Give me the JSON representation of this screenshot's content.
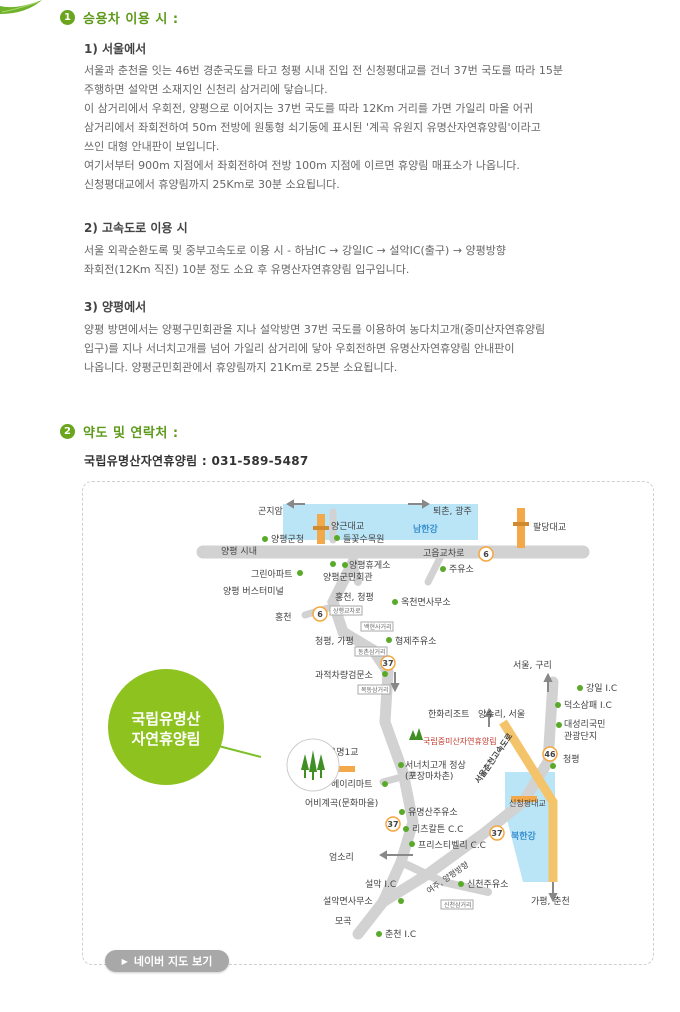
{
  "section1": {
    "number": "1",
    "title": "승용차 이용 시 :",
    "routes": [
      {
        "title": "1) 서울에서",
        "lines": [
          "서울과 춘천을 잇는 46번 경춘국도를 타고 청평 시내 진입 전 신청평대교를 건너 37번 국도를 따라 15분",
          "주행하면 설악면 소재지인 신천리 삼거리에 닿습니다.",
          "이 삼거리에서 우회전, 양평으로 이어지는 37번 국도를 따라 12Km 거리를 가면 가일리 마을 어귀",
          "삼거리에서 좌회전하여 50m 전방에 원통형 쇠기둥에 표시된 '계곡 유원지 유명산자연휴양림'이라고",
          "쓰인 대형 안내판이 보입니다.",
          "여기서부터 900m 지점에서 좌회전하여 전방 100m 지점에 이르면 휴양림 매표소가 나옵니다.",
          "신청평대교에서 휴양림까지 25Km로 30분 소요됩니다."
        ]
      },
      {
        "title": "2) 고속도로 이용 시",
        "lines": [
          "서울 외곽순환도록 및 중부고속도로 이용 시 - 하남IC → 강일IC → 설악IC(출구) → 양평방향",
          "좌회전(12Km 직진) 10분 정도 소요 후 유명산자연휴양림 입구입니다."
        ]
      },
      {
        "title": "3) 양평에서",
        "lines": [
          "양평 방면에서는 양평구민회관을 지나 설악방면 37번 국도를 이용하여 농다치고개(중미산자연휴양림",
          "입구)를 지나 서너치고개를 넘어 가일리 삼거리에 닿아 우회전하면 유명산자연휴양림 안내판이",
          "나옵니다. 양평군민회관에서 휴양림까지 21Km로 25분 소요됩니다."
        ]
      }
    ]
  },
  "section2": {
    "number": "2",
    "title": "약도 및 연락처 :",
    "contact": "국립유명산자연휴양림 : 031-589-5487"
  },
  "map": {
    "bubble_line1": "국립유명산",
    "bubble_line2": "자연휴양림",
    "labels": {
      "gonjiam": "곤지암",
      "toechon": "퇴촌, 광주",
      "namhan": "남한강",
      "yanggeun": "양근대교",
      "paldang": "팔당대교",
      "yangpyeong_gunchung": "양평군청",
      "deulkkot": "들꽃수목원",
      "yangpyeong_sinae": "양평 시내",
      "godal": "고읍교차로",
      "grina": "그린아파트",
      "yangpyeong_hyu": "양평휴게소",
      "gunmin": "양평군민회관",
      "bus": "양평 버스터미널",
      "juyuso": "주유소",
      "hongcheon_cheongpyeong": "홍천, 청평",
      "okcheon": "옥천면사무소",
      "hongcheon": "홍천",
      "cheongpyeong_gapyeong": "청평, 가평",
      "hyeongje": "형제주유소",
      "gwajeok": "과적차량검문소",
      "seoul_guri": "서울, 구리",
      "gangil": "강일 I.C",
      "deokso": "덕소삼패 I.C",
      "hanwha": "한화리조트",
      "yangsuri": "양수리, 서울",
      "daeseong": "대성리국민",
      "gwangwang": "관광단지",
      "jungmi": "국립중미산자연휴양림",
      "yumyeong_bridge": "유명1교",
      "sunuchi": "서너치고개 정상",
      "pojang": "(포장마차촌)",
      "haeri": "헤이리마트",
      "eobi": "어비계곡(문화마을)",
      "yumyeong_oil": "유명산주유소",
      "rich": "리츠칼튼 C.C",
      "premier": "프리스티벨리 C.C",
      "cheongpyeong": "청평",
      "sincheongpyeong": "신청평대교",
      "eomsori": "엄소리",
      "bukhan": "북한강",
      "seorak_ic": "설악 I.C",
      "yeoju": "여주, 양평방향",
      "sincheon": "신천주유소",
      "seorak_office": "설악면사무소",
      "gapyeong_chuncheon": "가평, 춘천",
      "mogok": "모곡",
      "chuncheon_ic": "춘천 I.C",
      "expressway": "서울춘천고속도로",
      "small_sign1": "상행교차로",
      "small_sign2": "백현사거리",
      "small_sign3": "동촌삼거리",
      "small_sign4": "복동삼거리",
      "small_sign5": "신천삼거리",
      "route6": "6",
      "route37": "37",
      "route46": "46"
    },
    "button_label": "네이버 지도 보기"
  },
  "colors": {
    "accent_green": "#6aa51d",
    "road_gray": "#d3d3d3",
    "river_blue": "#aee0f5"
  }
}
